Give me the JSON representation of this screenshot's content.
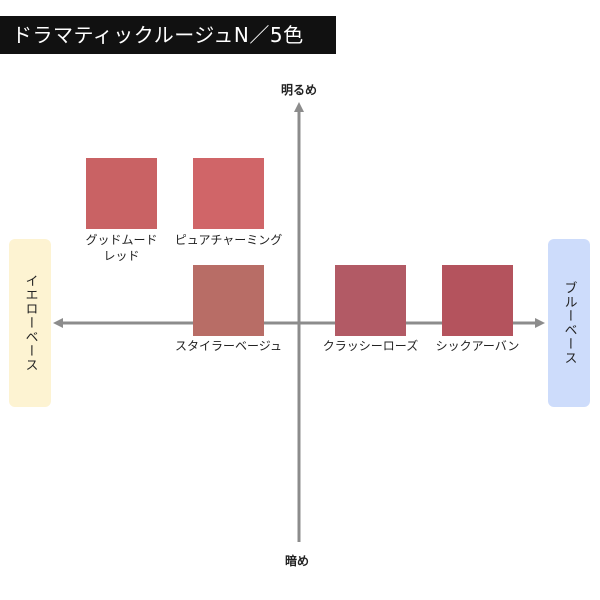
{
  "title": "ドラマティックルージュN／5色",
  "axes": {
    "top_label": "明るめ",
    "bottom_label": "暗め",
    "left_label": "イエローベース",
    "right_label": "ブルーベース",
    "axis_color": "#8c8c8c",
    "left_box_color": "#fdf3d2",
    "right_box_color": "#cddcfb"
  },
  "swatches": [
    {
      "line1": "グッドムード",
      "line2": "レッド",
      "color": "#c96264"
    },
    {
      "line1": "ピュアチャーミング",
      "line2": "",
      "color": "#d06568"
    },
    {
      "line1": "スタイラーベージュ",
      "line2": "",
      "color": "#b86d66"
    },
    {
      "line1": "クラッシーローズ",
      "line2": "",
      "color": "#b25a65"
    },
    {
      "line1": "シックアーバン",
      "line2": "",
      "color": "#b4535d"
    }
  ]
}
